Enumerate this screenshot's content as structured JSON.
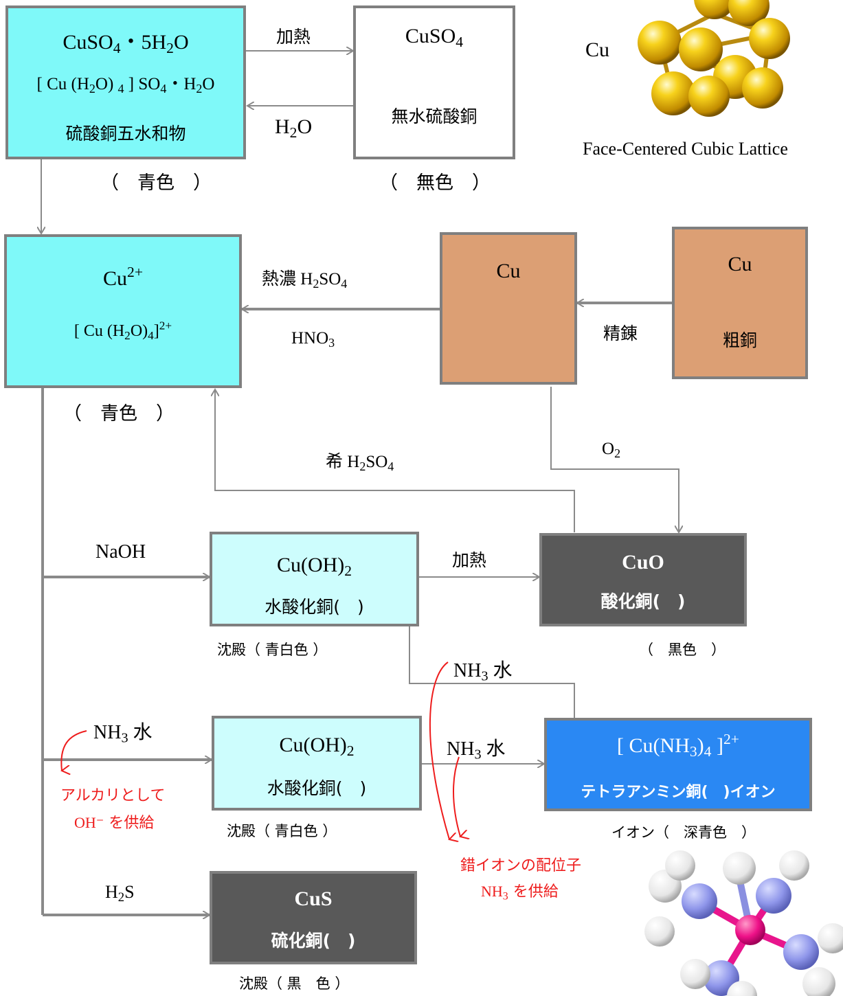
{
  "boxes": {
    "pentahydrate": {
      "formula": "CuSO4・5H2O",
      "complex": "[ Cu (H2O) 4 ] SO4・H2O",
      "name": "硫酸銅五水和物",
      "color_note": "（　青色　）"
    },
    "anhydrous": {
      "formula": "CuSO4",
      "name": "無水硫酸銅",
      "color_note": "（　無色　）"
    },
    "cu_ion": {
      "formula": "Cu2+",
      "complex": "[ Cu (H2O)4]2+",
      "color_note": "（　青色　）"
    },
    "cu_metal": {
      "formula": "Cu"
    },
    "crude_cu": {
      "formula": "Cu",
      "name": "粗銅"
    },
    "cuoh2_top": {
      "formula": "Cu(OH)2",
      "name": "水酸化銅(　)",
      "color_note": "沈殿（ 青白色 ）"
    },
    "cuo": {
      "formula": "CuO",
      "name": "酸化銅(　)",
      "color_note": "（　黒色　）"
    },
    "cuoh2_mid": {
      "formula": "Cu(OH)2",
      "name": "水酸化銅(　)",
      "color_note": "沈殿（ 青白色 ）"
    },
    "tetraammine": {
      "formula": "[ Cu(NH3)4 ]2+",
      "name": "テトラアンミン銅(　)イオン",
      "color_note": "イオン（　深青色　）"
    },
    "cus": {
      "formula": "CuS",
      "name": "硫化銅(　)",
      "color_note": "沈殿（ 黒　色 ）"
    }
  },
  "reagents": {
    "heat_top": "加熱",
    "water": "H2O",
    "hot_conc_h2so4": "熱濃 H2SO4",
    "hno3": "HNO3",
    "refining": "精錬",
    "dilute_h2so4": "希 H2SO4",
    "o2": "O2",
    "naoh": "NaOH",
    "heat_mid": "加熱",
    "nh3_water_a": "NH3 水",
    "nh3_water_b": "NH3 水",
    "nh3_water_c": "NH3 水",
    "h2s": "H2S"
  },
  "notes": {
    "alkali_line1": "アルカリとして",
    "alkali_line2": "OH⁻ を供給",
    "ligand_line1": "錯イオンの配位子",
    "ligand_line2": "NH3 を供給"
  },
  "lattice": {
    "element": "Cu",
    "caption": "Face-Centered Cubic Lattice"
  },
  "colors": {
    "cyan": "#7ff9f9",
    "light_cyan": "#cdfdfd",
    "copper": "#dc9f74",
    "dark_gray": "#595959",
    "blue": "#2a88f3",
    "arrow_gray": "#888888",
    "annotation_red": "#ee1c1c"
  }
}
